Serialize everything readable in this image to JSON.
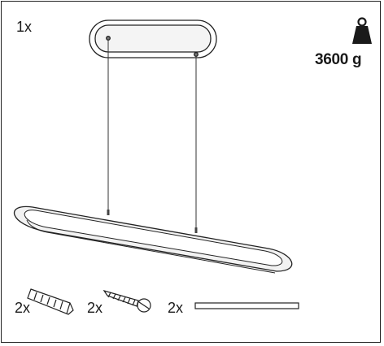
{
  "diagram": {
    "lamp_qty": "1x",
    "weight": "3600 g",
    "parts": [
      {
        "qty": "2x",
        "icon": "wall-plug-icon"
      },
      {
        "qty": "2x",
        "icon": "screw-icon"
      },
      {
        "qty": "2x",
        "icon": "strip-icon"
      }
    ],
    "colors": {
      "line": "#222222",
      "lamp_fill": "#f2f2f2",
      "weight_icon": "#1a1a1a"
    }
  }
}
